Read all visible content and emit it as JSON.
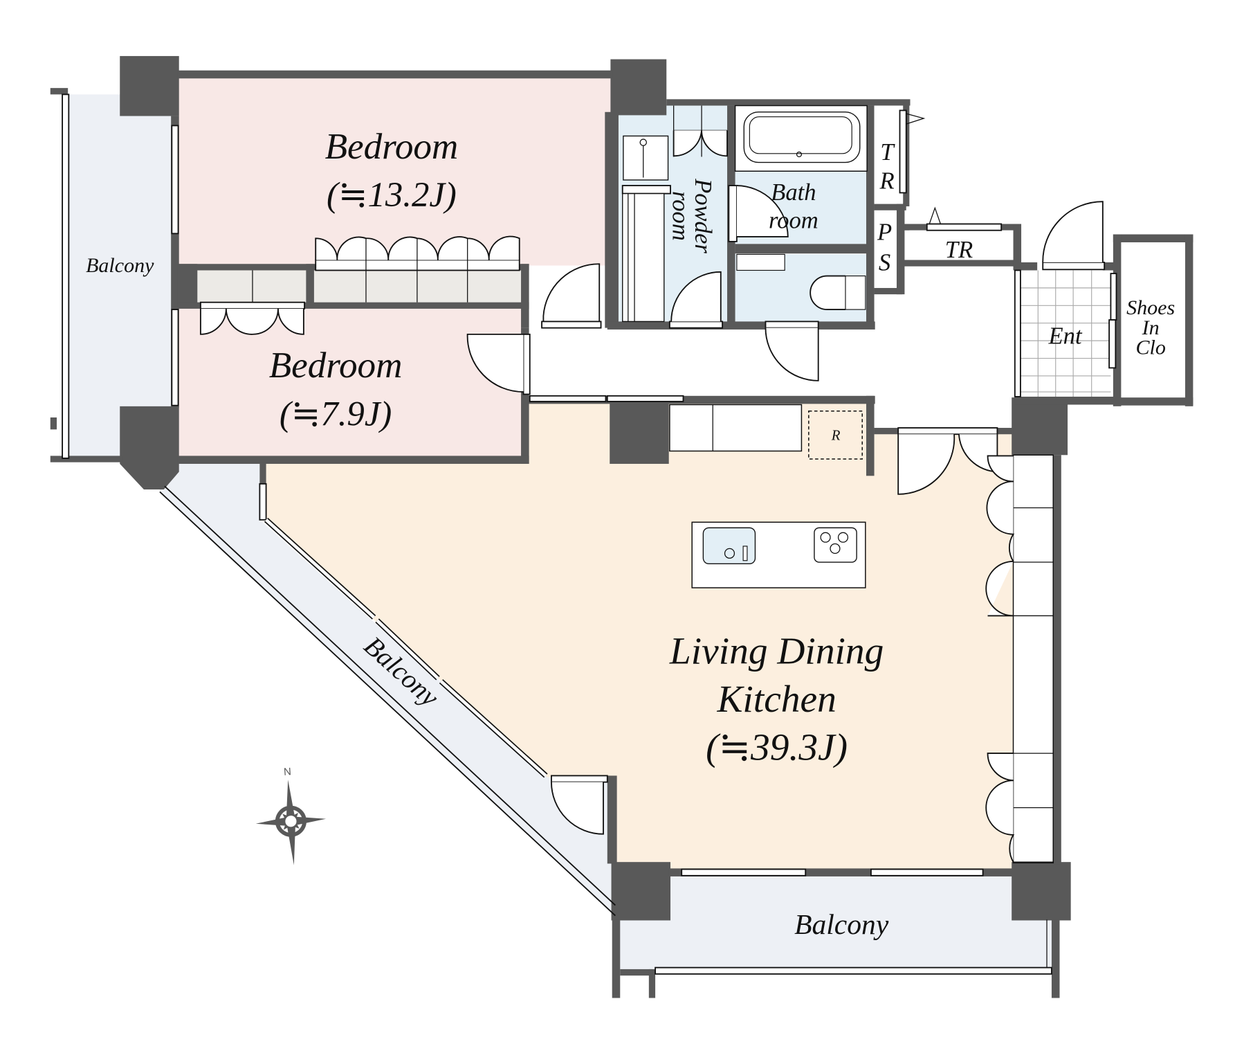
{
  "plan": {
    "colors": {
      "wall": "#595959",
      "bedroom": "#f8e8e6",
      "ldk": "#fcefdf",
      "balcony": "#edf0f5",
      "wet_area": "#e3eff6",
      "closet": "#eceae6",
      "background": "#ffffff"
    },
    "rooms": {
      "bedroom1": {
        "name": "Bedroom",
        "area": "(≒13.2J)"
      },
      "bedroom2": {
        "name": "Bedroom",
        "area": "(≒7.9J)"
      },
      "ldk": {
        "name_line1": "Living Dining",
        "name_line2": "Kitchen",
        "area": "(≒39.3J)"
      },
      "powder_room": {
        "line1": "Powder",
        "line2": "room"
      },
      "bathroom": {
        "line1": "Bath",
        "line2": "room"
      },
      "tr_vertical": {
        "line1": "T",
        "line2": "R"
      },
      "ps": {
        "line1": "P",
        "line2": "S"
      },
      "tr_horizontal": {
        "name": "TR"
      },
      "entrance": {
        "name": "Ent"
      },
      "shoes_closet": {
        "line1": "Shoes",
        "line2": "In",
        "line3": "Clo"
      },
      "refrigerator": {
        "name": "R"
      }
    },
    "balconies": {
      "west": "Balcony",
      "diagonal": "Balcony",
      "south": "Balcony"
    },
    "compass": {
      "label": "N",
      "icon": "compass-rose-icon"
    }
  }
}
